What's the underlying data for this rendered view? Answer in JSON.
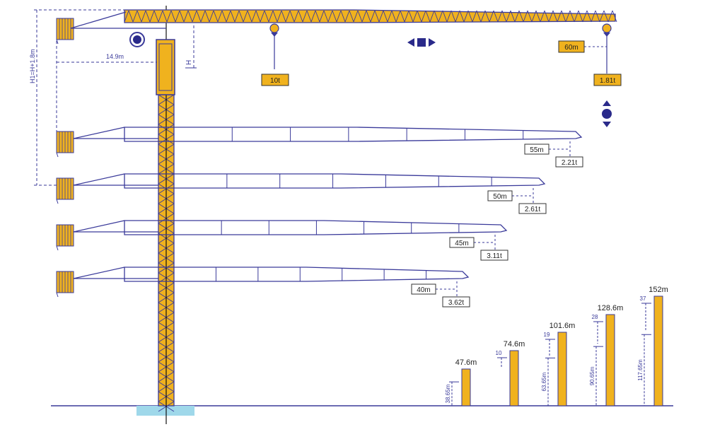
{
  "colors": {
    "line": "#3a3a9a",
    "tower": "#f0b21e",
    "label_fill": "#f0b21e",
    "foundation": "#9fd8ea"
  },
  "top_jib": {
    "length_label": "60m",
    "tip_load_label": "1.81t",
    "max_load_label": "10t",
    "counterjib_label": "14.9m",
    "height_label": "H1=H+1.8m",
    "hook_height_label": "H"
  },
  "jib_configs": [
    {
      "length_label": "55m",
      "load_label": "2.21t"
    },
    {
      "length_label": "50m",
      "load_label": "2.61t"
    },
    {
      "length_label": "45m",
      "load_label": "3.11t"
    },
    {
      "length_label": "40m",
      "load_label": "3.62t"
    }
  ],
  "height_configs": [
    {
      "total_label": "47.6m",
      "free_label": "38.65m",
      "sections_label": ""
    },
    {
      "total_label": "74.6m",
      "free_label": "",
      "sections_label": "10"
    },
    {
      "total_label": "101.6m",
      "free_label": "63.65m",
      "sections_label": "19"
    },
    {
      "total_label": "128.6m",
      "free_label": "90.65m",
      "sections_label": "28"
    },
    {
      "total_label": "152m",
      "free_label": "117.65m",
      "sections_label": "37"
    }
  ],
  "icons": [
    "slewing-icon",
    "trolley-travel-icon",
    "hoist-updown-icon"
  ]
}
